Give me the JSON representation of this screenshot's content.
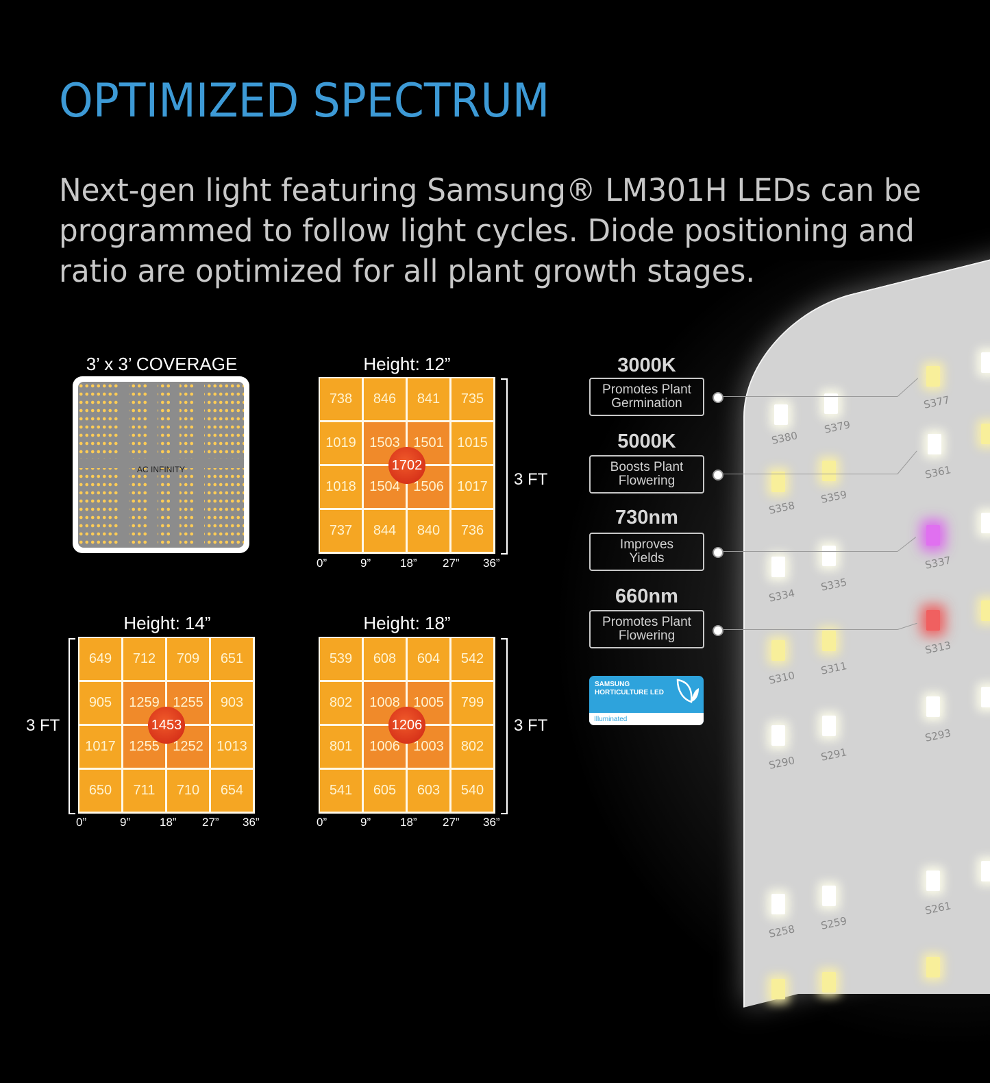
{
  "header": {
    "title": "OPTIMIZED SPECTRUM",
    "description": "Next-gen light featuring Samsung® LM301H LEDs can be programmed to follow light cycles. Diode positioning and ratio are optimized for all plant growth stages."
  },
  "coverage": {
    "title": "3’ x 3’ COVERAGE",
    "brand_label": "AC INFINITY"
  },
  "colors": {
    "title": "#3d9ad6",
    "cell": "#f5a623",
    "cell_mid": "#f08a2a",
    "peak": "#d8341a",
    "badge": "#2ea3dc"
  },
  "ppfd_maps": [
    {
      "title": "Height: 12”",
      "side_label": "3 FT",
      "x_ticks": [
        "0”",
        "9”",
        "18”",
        "27”",
        "36”"
      ],
      "rows": [
        [
          "738",
          "846",
          "841",
          "735"
        ],
        [
          "1019",
          "1503",
          "1501",
          "1015"
        ],
        [
          "1018",
          "1504",
          "1506",
          "1017"
        ],
        [
          "737",
          "844",
          "840",
          "736"
        ]
      ],
      "peak": "1702"
    },
    {
      "title": "Height: 14”",
      "side_label": "3 FT",
      "x_ticks": [
        "0”",
        "9”",
        "18”",
        "27”",
        "36”"
      ],
      "rows": [
        [
          "649",
          "712",
          "709",
          "651"
        ],
        [
          "905",
          "1259",
          "1255",
          "903"
        ],
        [
          "1017",
          "1255",
          "1252",
          "1013"
        ],
        [
          "650",
          "711",
          "710",
          "654"
        ]
      ],
      "peak": "1453"
    },
    {
      "title": "Height: 18”",
      "side_label": "3 FT",
      "x_ticks": [
        "0”",
        "9”",
        "18”",
        "27”",
        "36”"
      ],
      "rows": [
        [
          "539",
          "608",
          "604",
          "542"
        ],
        [
          "802",
          "1008",
          "1005",
          "799"
        ],
        [
          "801",
          "1006",
          "1003",
          "802"
        ],
        [
          "541",
          "605",
          "603",
          "540"
        ]
      ],
      "peak": "1206"
    }
  ],
  "chart_data": [
    {
      "type": "heatmap",
      "title": "Height: 12”",
      "xlabel": "",
      "ylabel": "3 FT",
      "x_ticks": [
        "0”",
        "9”",
        "18”",
        "27”",
        "36”"
      ],
      "values": [
        [
          738,
          846,
          841,
          735
        ],
        [
          1019,
          1503,
          1501,
          1015
        ],
        [
          1018,
          1504,
          1506,
          1017
        ],
        [
          737,
          844,
          840,
          736
        ]
      ],
      "center_peak": 1702
    },
    {
      "type": "heatmap",
      "title": "Height: 14”",
      "xlabel": "",
      "ylabel": "3 FT",
      "x_ticks": [
        "0”",
        "9”",
        "18”",
        "27”",
        "36”"
      ],
      "values": [
        [
          649,
          712,
          709,
          651
        ],
        [
          905,
          1259,
          1255,
          903
        ],
        [
          1017,
          1255,
          1252,
          1013
        ],
        [
          650,
          711,
          710,
          654
        ]
      ],
      "center_peak": 1453
    },
    {
      "type": "heatmap",
      "title": "Height: 18”",
      "xlabel": "",
      "ylabel": "3 FT",
      "x_ticks": [
        "0”",
        "9”",
        "18”",
        "27”",
        "36”"
      ],
      "values": [
        [
          539,
          608,
          604,
          542
        ],
        [
          802,
          1008,
          1005,
          799
        ],
        [
          801,
          1006,
          1003,
          802
        ],
        [
          541,
          605,
          603,
          540
        ]
      ],
      "center_peak": 1206
    }
  ],
  "spectrum": [
    {
      "title": "3000K",
      "line1": "Promotes Plant",
      "line2": "Germination"
    },
    {
      "title": "5000K",
      "line1": "Boosts Plant",
      "line2": "Flowering"
    },
    {
      "title": "730nm",
      "line1": "Improves",
      "line2": "Yields"
    },
    {
      "title": "660nm",
      "line1": "Promotes Plant",
      "line2": "Flowering"
    }
  ],
  "badge": {
    "brand": "SAMSUNG",
    "line": "HORTICULTURE LED",
    "footer": "Illuminated"
  },
  "led_labels": [
    "S380",
    "S379",
    "S377",
    "S358",
    "S359",
    "S361",
    "S337",
    "S334",
    "S335",
    "S313",
    "S310",
    "S311",
    "S290",
    "S291",
    "S293",
    "S258",
    "S259",
    "S261"
  ]
}
